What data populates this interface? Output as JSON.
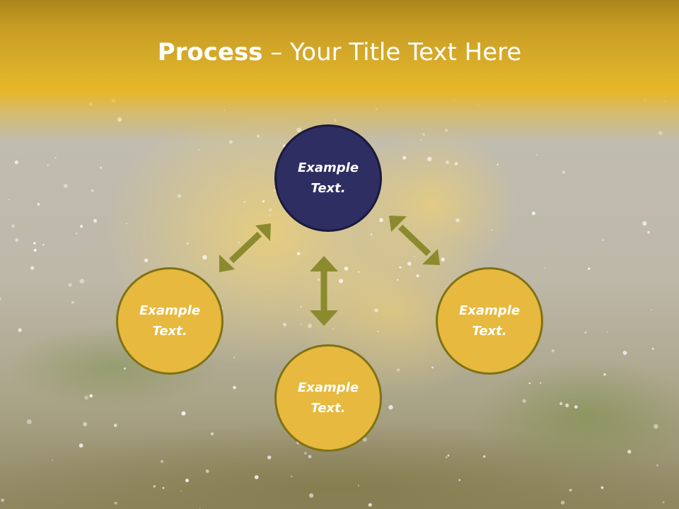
{
  "title": {
    "bold": "Process",
    "rest": " – Your Title Text Here"
  },
  "nodes": {
    "top": {
      "label": "Example\nText."
    },
    "left": {
      "label": "Example\nText."
    },
    "bottom": {
      "label": "Example\nText."
    },
    "right": {
      "label": "Example\nText."
    }
  },
  "colors": {
    "header": "#e8b728",
    "center_node": "#2f2e63",
    "outer_node": "#e7b93f",
    "node_border": "#7f7216",
    "arrow": "#8c8a2e"
  }
}
